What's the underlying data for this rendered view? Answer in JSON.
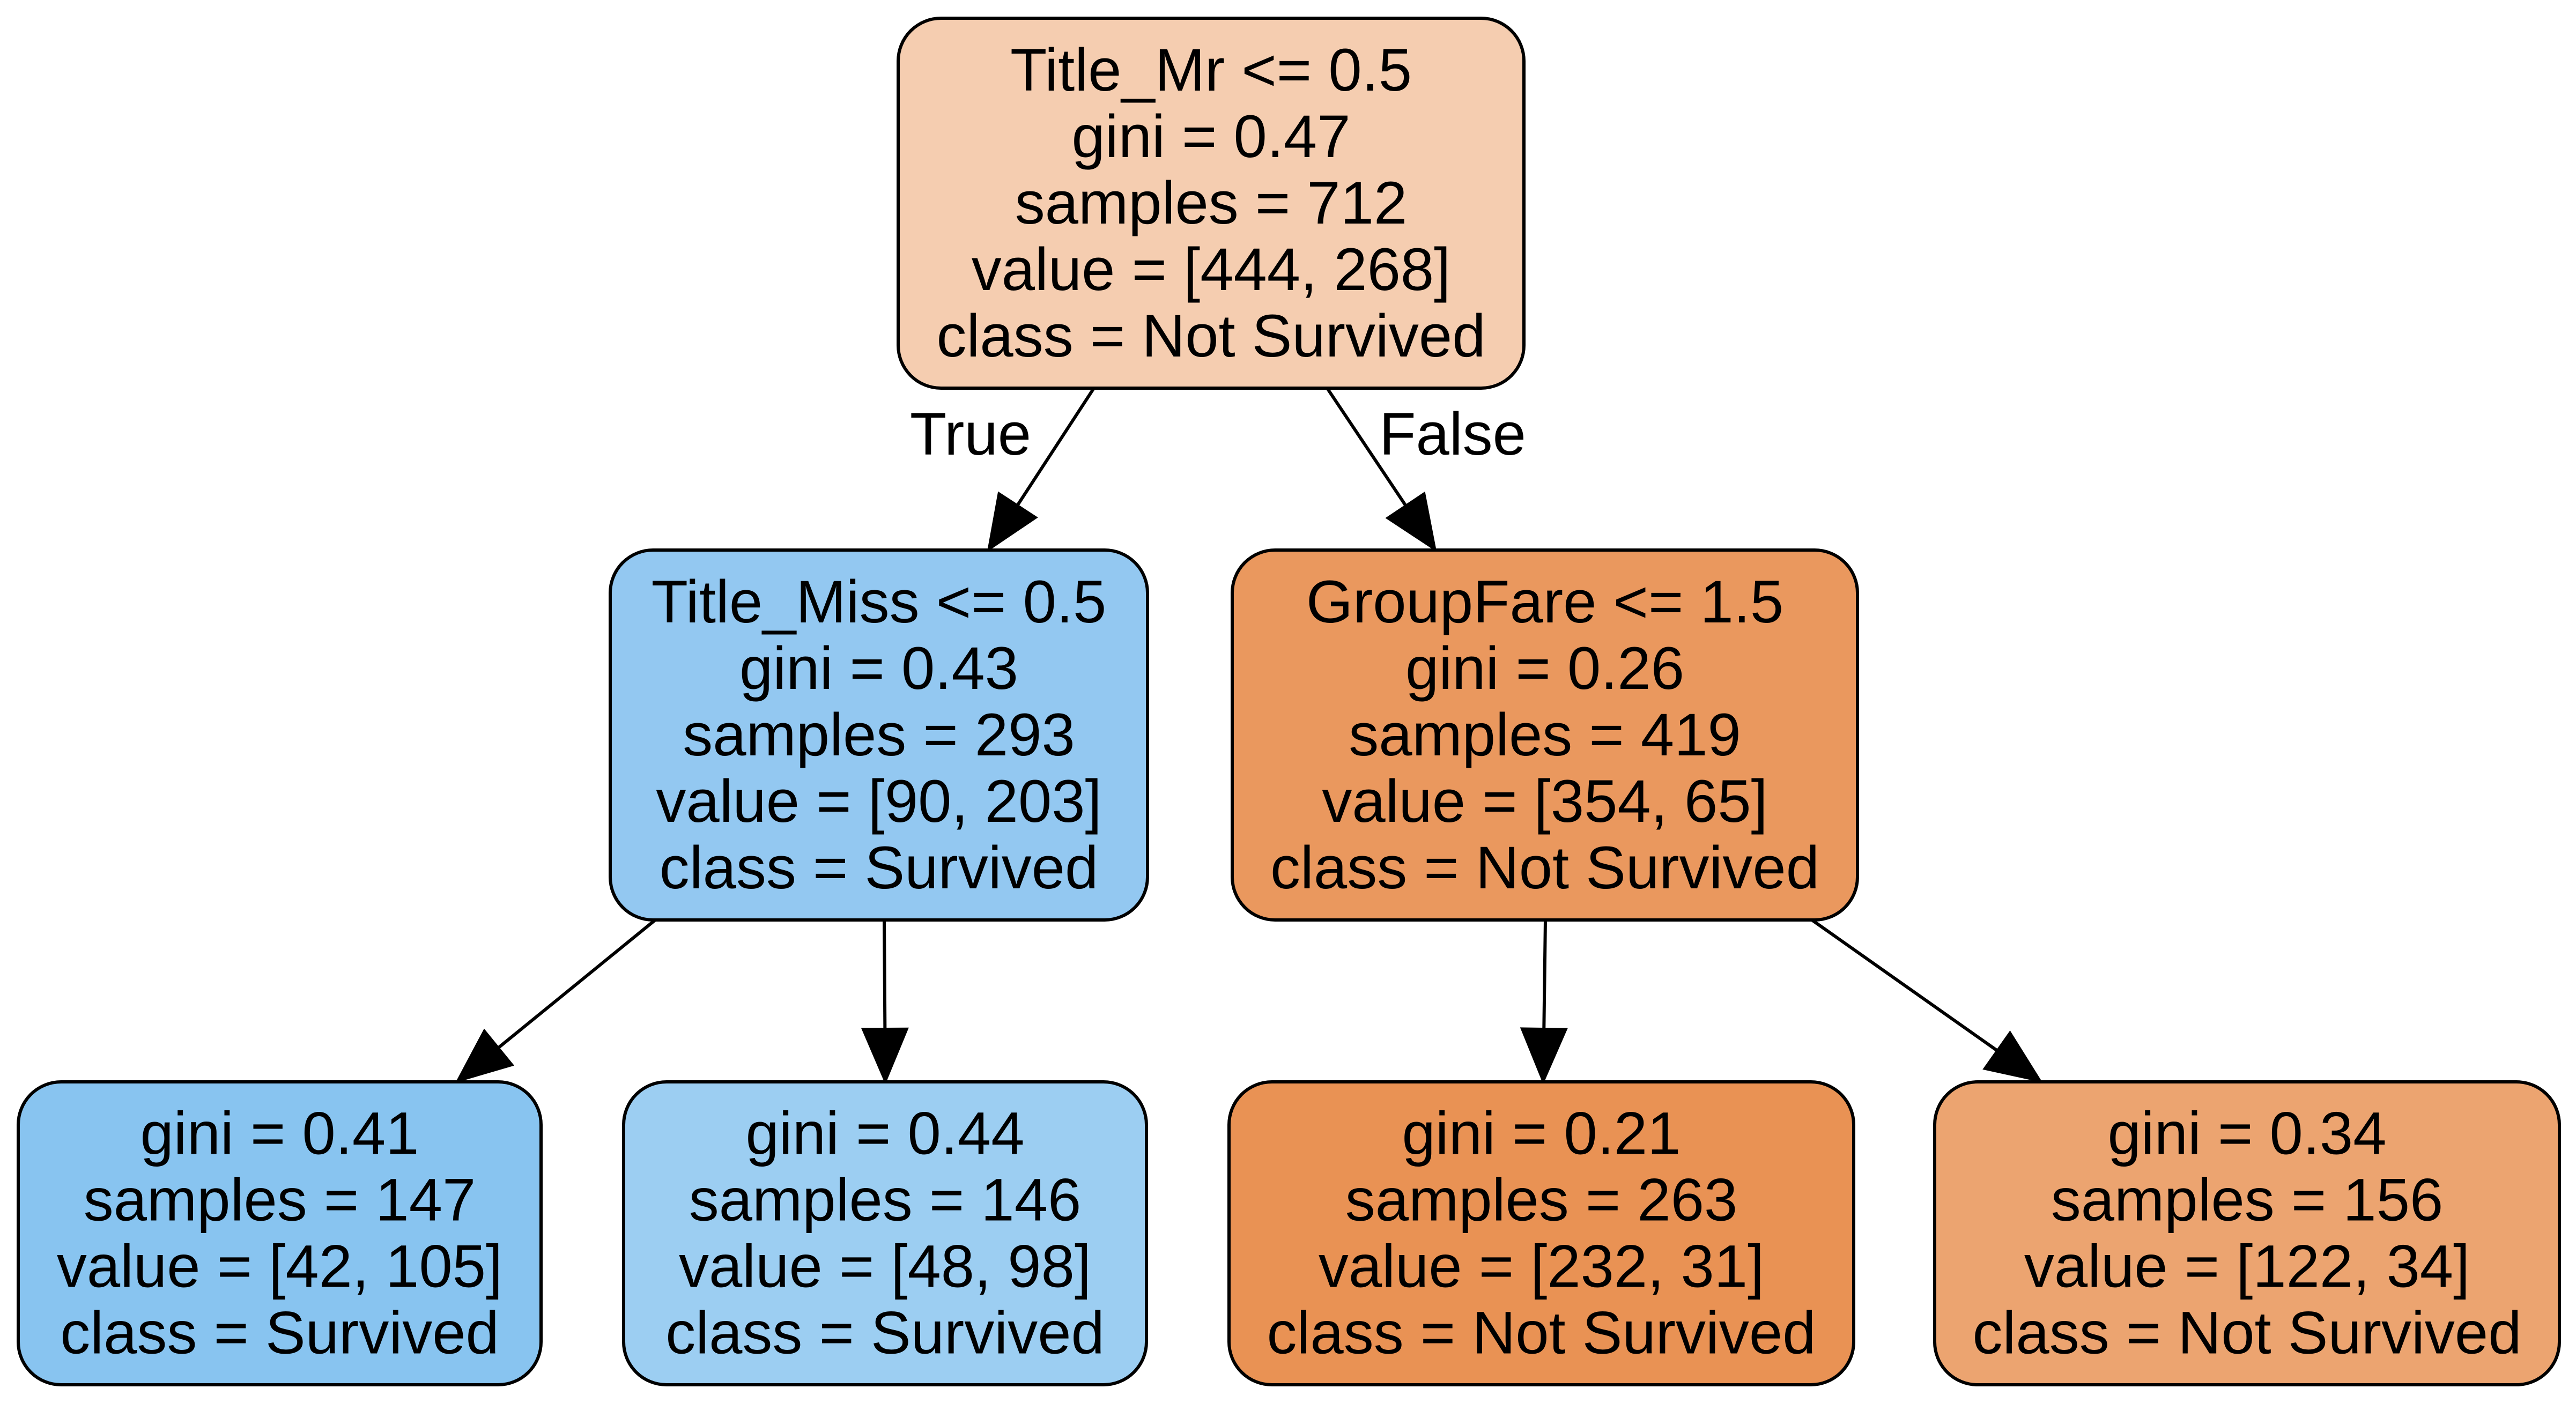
{
  "tree": {
    "edge_labels": {
      "true_label": "True",
      "false_label": "False"
    },
    "nodes": [
      {
        "id": "root",
        "lines": [
          "Title_Mr <= 0.5",
          "gini = 0.47",
          "samples = 712",
          "value = [444, 268]",
          "class = Not Survived"
        ],
        "fill": "#f5cdb0"
      },
      {
        "id": "left",
        "lines": [
          "Title_Miss <= 0.5",
          "gini = 0.43",
          "samples = 293",
          "value = [90, 203]",
          "class = Survived"
        ],
        "fill": "#93c8f1"
      },
      {
        "id": "right",
        "lines": [
          "GroupFare <= 1.5",
          "gini = 0.26",
          "samples = 419",
          "value = [354, 65]",
          "class = Not Survived"
        ],
        "fill": "#ea985e"
      },
      {
        "id": "left-left",
        "lines": [
          "gini = 0.41",
          "samples = 147",
          "value = [42, 105]",
          "class = Survived"
        ],
        "fill": "#88c4f0"
      },
      {
        "id": "left-right",
        "lines": [
          "gini = 0.44",
          "samples = 146",
          "value = [48, 98]",
          "class = Survived"
        ],
        "fill": "#9ccef2"
      },
      {
        "id": "right-left",
        "lines": [
          "gini = 0.21",
          "samples = 263",
          "value = [232, 31]",
          "class = Not Survived"
        ],
        "fill": "#e99254"
      },
      {
        "id": "right-right",
        "lines": [
          "gini = 0.34",
          "samples = 156",
          "value = [122, 34]",
          "class = Not Survived"
        ],
        "fill": "#eca470"
      }
    ]
  }
}
